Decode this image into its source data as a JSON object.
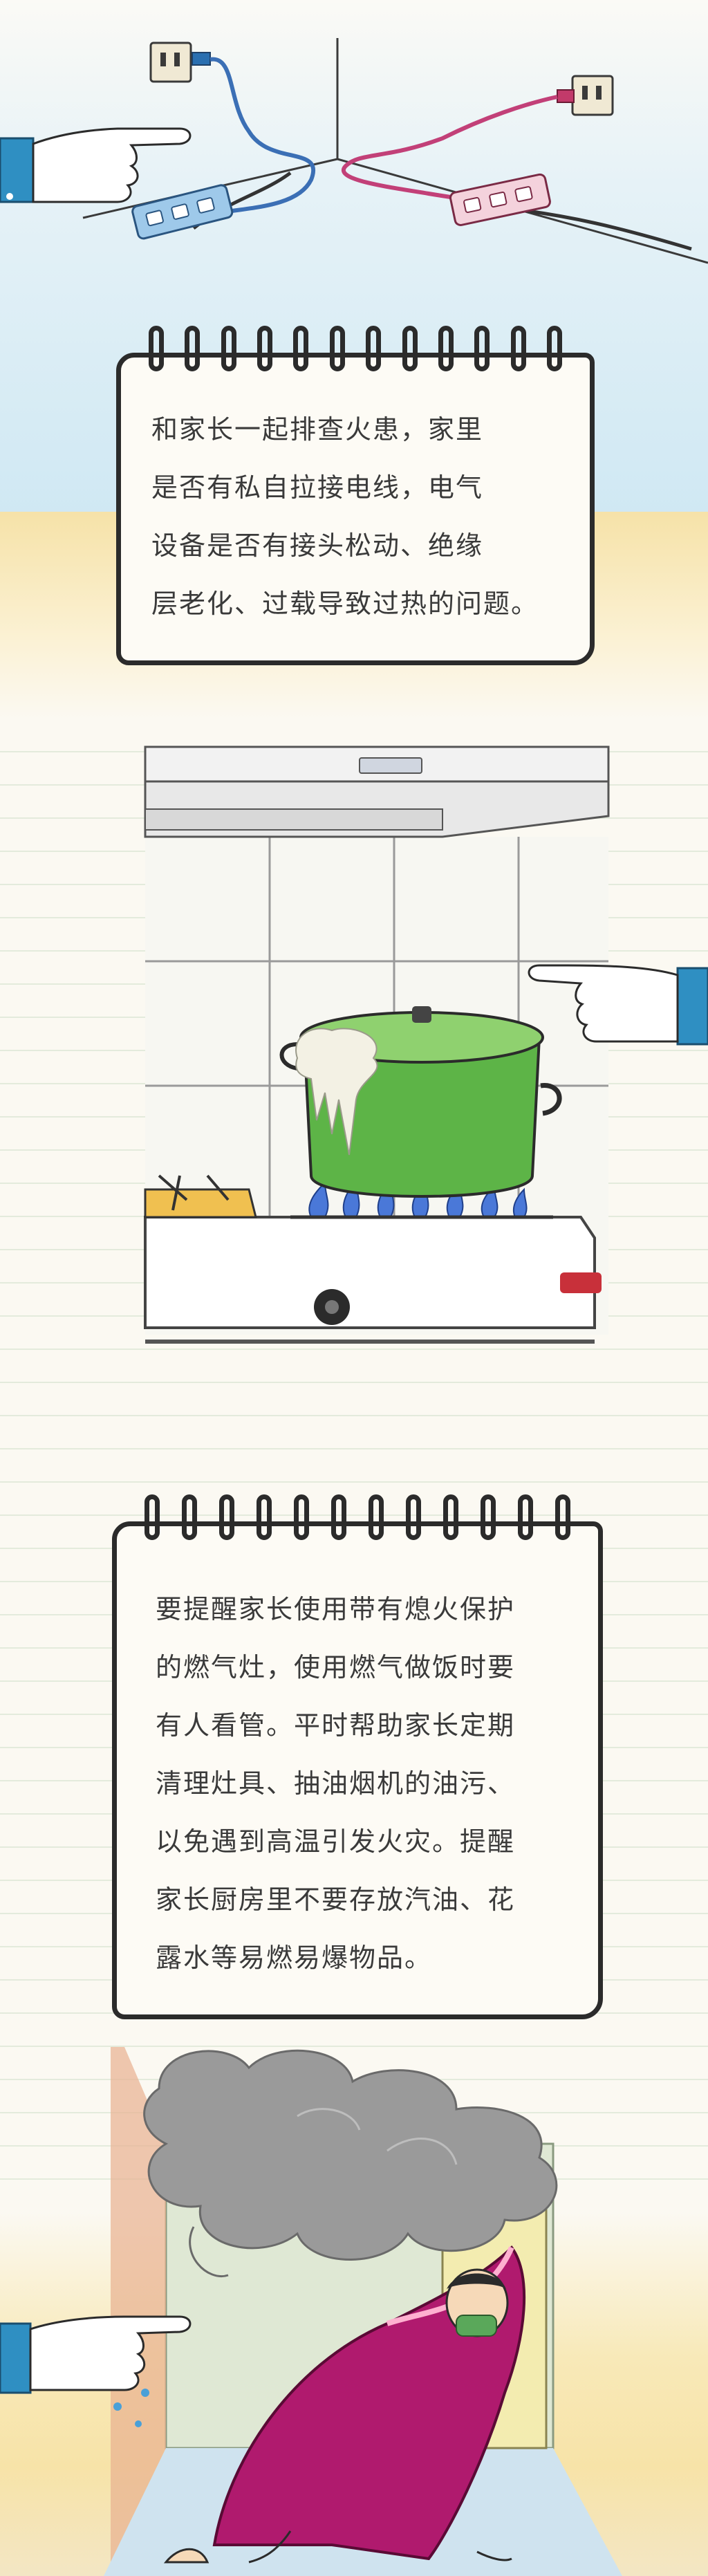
{
  "sections": {
    "wiring_note": {
      "lines": [
        "和家长一起排查火患，家里",
        "是否有私自拉接电线，电气",
        "设备是否有接头松动、绝缘",
        "层老化、过载导致过热的问题。"
      ]
    },
    "kitchen_note": {
      "lines": [
        "要提醒家长使用带有熄火保护",
        "的燃气灶，使用燃气做饭时要",
        "有人看管。平时帮助家长定期",
        "清理灶具、抽油烟机的油污、",
        "以免遇到高温引发火灾。提醒",
        "家长厨房里不要存放汽油、花",
        "露水等易燃易爆物品。"
      ]
    }
  },
  "colors": {
    "sky_blue": "#d6ecf5",
    "warm_yellow": "#f7e6b0",
    "pot_green": "#5db447",
    "flame_blue": "#4a78d8",
    "blanket_magenta": "#b01a6e",
    "smoke_gray": "#9a9a9a",
    "sleeve_blue": "#2f8fc2"
  },
  "icons": [
    "power-strip-icon",
    "wall-socket-icon",
    "pointing-hand-icon",
    "range-hood-icon",
    "gas-stove-icon",
    "boiling-pot-icon",
    "smoke-cloud-icon",
    "escaping-child-icon"
  ]
}
